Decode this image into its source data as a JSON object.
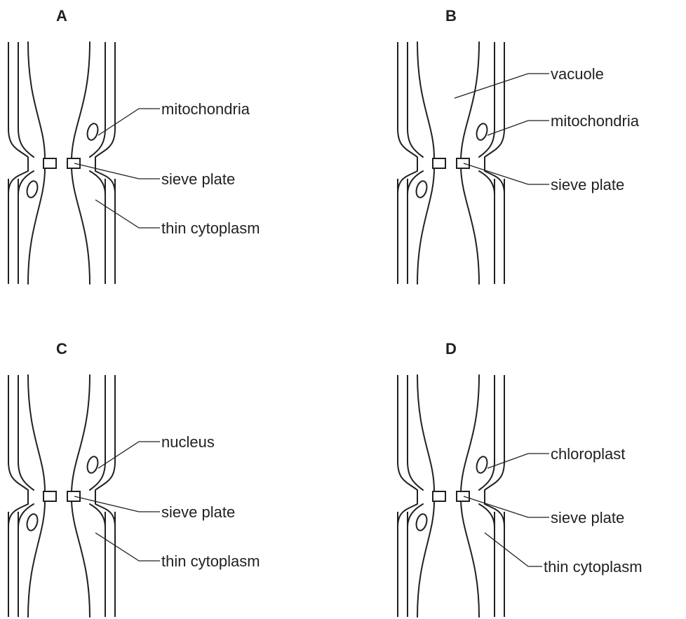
{
  "panels": [
    {
      "letter": "A",
      "labels": [
        "mitochondria",
        "sieve plate",
        "thin cytoplasm"
      ]
    },
    {
      "letter": "B",
      "labels": [
        "vacuole",
        "mitochondria",
        "sieve plate"
      ]
    },
    {
      "letter": "C",
      "labels": [
        "nucleus",
        "sieve plate",
        "thin cytoplasm"
      ]
    },
    {
      "letter": "D",
      "labels": [
        "chloroplast",
        "sieve plate",
        "thin cytoplasm"
      ]
    }
  ],
  "colors": {
    "ink": "#231f20",
    "background": "#ffffff"
  }
}
